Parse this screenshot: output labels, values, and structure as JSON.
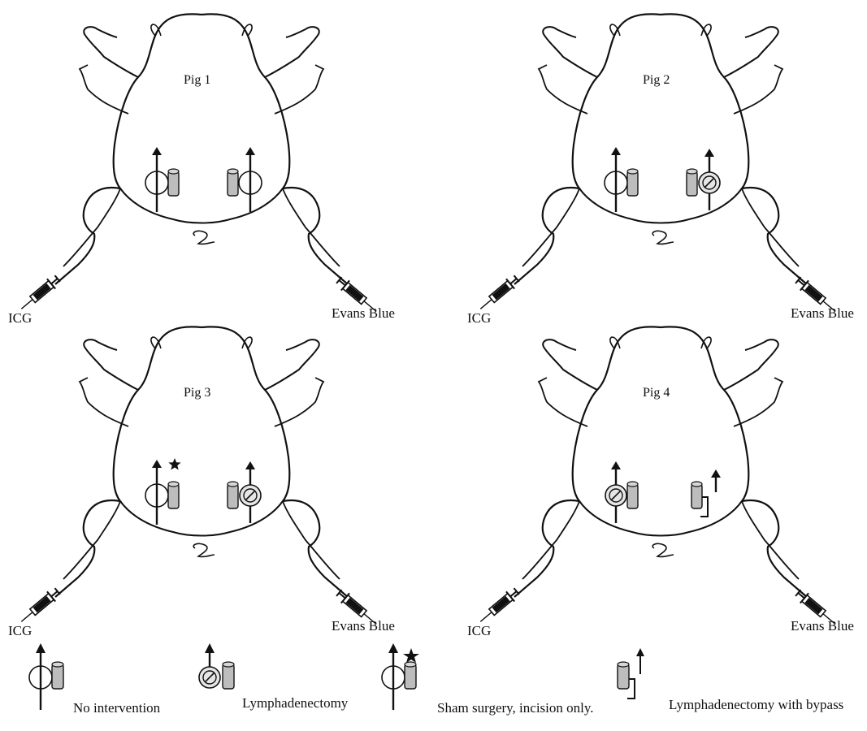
{
  "panels": [
    {
      "title": "Pig 1",
      "left_label": "ICG",
      "right_label": "Evans Blue",
      "left": "none",
      "right": "none",
      "star_left": false
    },
    {
      "title": "Pig 2",
      "left_label": "ICG",
      "right_label": "Evans Blue",
      "left": "none",
      "right": "lymphadenectomy",
      "star_left": false
    },
    {
      "title": "Pig 3",
      "left_label": "ICG",
      "right_label": "Evans Blue",
      "left": "none",
      "right": "lymphadenectomy",
      "star_left": true
    },
    {
      "title": "Pig 4",
      "left_label": "ICG",
      "right_label": "Evans Blue",
      "left": "lymphadenectomy",
      "right": "bypass",
      "star_left": false
    }
  ],
  "legend": {
    "no_intervention": "No intervention",
    "lymphadenectomy": "Lymphadenectomy",
    "sham": "Sham surgery, incision only.",
    "bypass": "Lymphadenectomy with bypass"
  },
  "colors": {
    "line": "#111111",
    "node_fill": "#bdbdbd",
    "ring_fill": "#e6e6e6"
  }
}
